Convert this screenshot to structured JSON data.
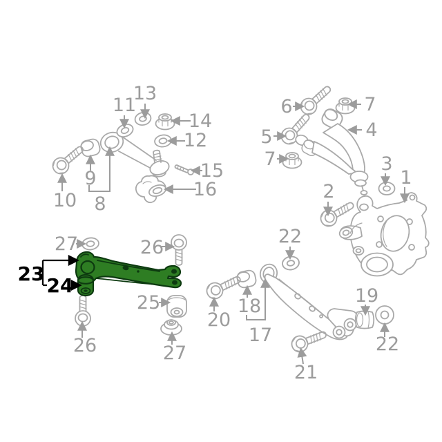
{
  "diagram": {
    "colors": {
      "background": "#ffffff",
      "part_line": "#a9a9a9",
      "label": "#9c9c9c",
      "highlight_fill": "#2e7d23",
      "highlight_outline": "#0d3a10",
      "highlight_label": "#000000"
    },
    "highlighted_callouts": [
      "23",
      "24"
    ],
    "callouts": {
      "c1": "1",
      "c2": "2",
      "c3": "3",
      "c4": "4",
      "c5": "5",
      "c6": "6",
      "c7a": "7",
      "c7b": "7",
      "c8": "8",
      "c9": "9",
      "c10": "10",
      "c11": "11",
      "c12": "12",
      "c13": "13",
      "c14": "14",
      "c15": "15",
      "c16": "16",
      "c17": "17",
      "c18": "18",
      "c19": "19",
      "c20": "20",
      "c21": "21",
      "c22a": "22",
      "c22b": "22",
      "c23": "23",
      "c24": "24",
      "c25": "25",
      "c26a": "26",
      "c26b": "26",
      "c27a": "27",
      "c27b": "27"
    }
  }
}
